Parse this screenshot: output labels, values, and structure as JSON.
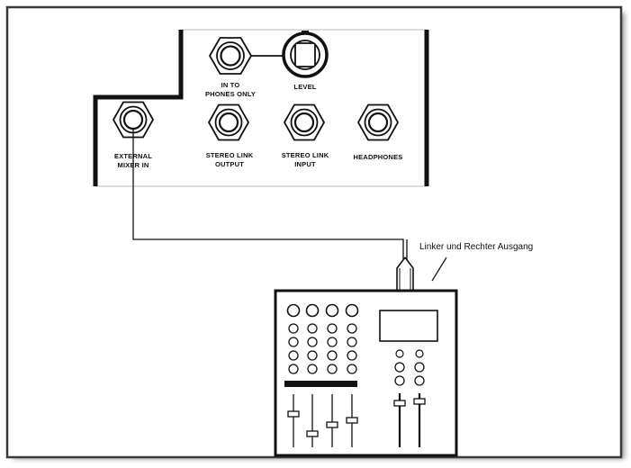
{
  "panel": {
    "jacks": {
      "in_to_phones_only": [
        "IN TO",
        "PHONES ONLY"
      ],
      "level": [
        "LEVEL"
      ],
      "external_mixer_in": [
        "EXTERNAL",
        "MIXER IN"
      ],
      "stereo_link_output": [
        "STEREO LINK",
        "OUTPUT"
      ],
      "stereo_link_input": [
        "STEREO LINK",
        "INPUT"
      ],
      "headphones": [
        "HEADPHONES"
      ]
    }
  },
  "callout": {
    "text": "Linker und Rechter Ausgang"
  },
  "colors": {
    "frame": "#3a3a3a",
    "shadow": "#b5b5b5",
    "line": "#111111"
  }
}
